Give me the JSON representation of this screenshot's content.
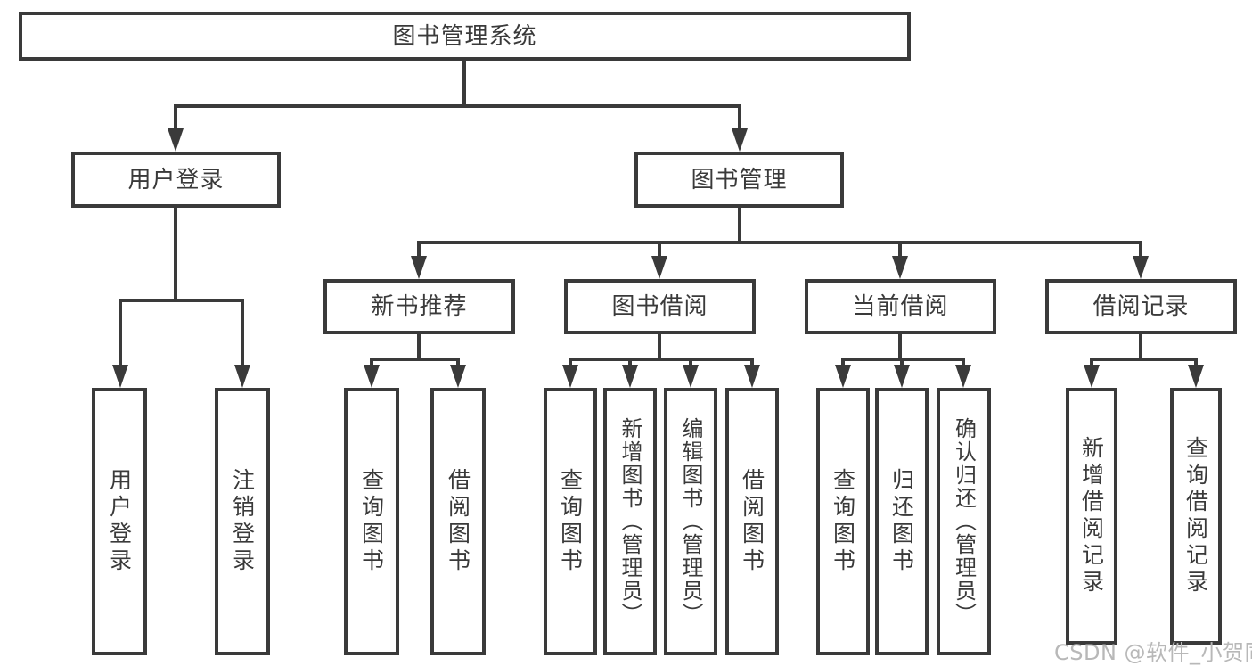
{
  "diagram": {
    "root": {
      "label": "图书管理系统"
    },
    "branches": [
      {
        "label": "用户登录",
        "children": [
          {
            "label": "用户登录"
          },
          {
            "label": "注销登录"
          }
        ]
      },
      {
        "label": "图书管理",
        "children": [
          {
            "label": "新书推荐",
            "children": [
              {
                "label": "查询图书"
              },
              {
                "label": "借阅图书"
              }
            ]
          },
          {
            "label": "图书借阅",
            "children": [
              {
                "label": "查询图书"
              },
              {
                "label": "新增图书（管理员）"
              },
              {
                "label": "编辑图书（管理员）"
              },
              {
                "label": "借阅图书"
              }
            ]
          },
          {
            "label": "当前借阅",
            "children": [
              {
                "label": "查询图书"
              },
              {
                "label": "归还图书"
              },
              {
                "label": "确认归还（管理员）"
              }
            ]
          },
          {
            "label": "借阅记录",
            "children": [
              {
                "label": "新增借阅记录"
              },
              {
                "label": "查询借阅记录"
              }
            ]
          }
        ]
      }
    ]
  },
  "watermark": {
    "text": "CSDN @软件_小贺同学"
  },
  "colors": {
    "line": "#3a3a3a",
    "text": "#3a3a3a",
    "background": "#ffffff",
    "watermark": "#b8b8b8"
  }
}
